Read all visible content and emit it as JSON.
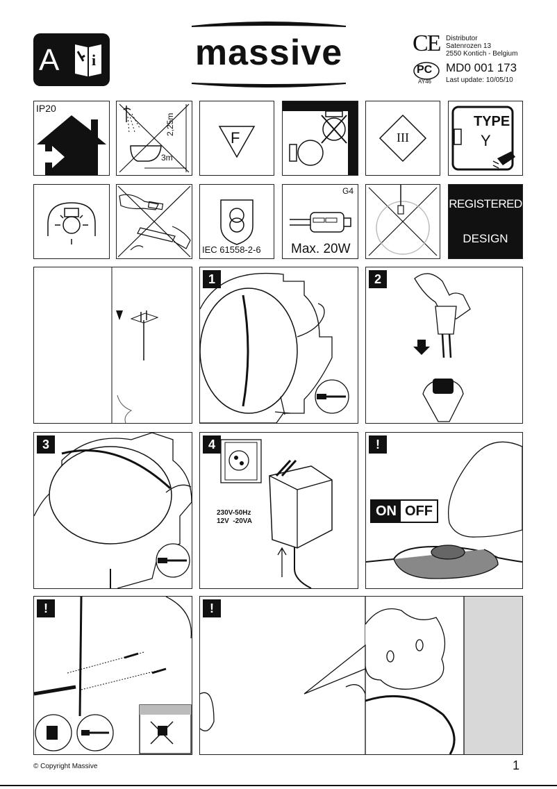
{
  "header": {
    "manual_letter": "A",
    "brand": "massive",
    "distributor": {
      "label": "Distributor",
      "street": "Satenrozen 13",
      "city": "2550 Kontich - Belgium"
    },
    "ce_mark": "CE",
    "pc_mark": "PC",
    "pc_code": "AY46",
    "model": "MD0 001 173",
    "last_update": "Last  update:  10/05/10"
  },
  "icons": {
    "ip_rating": "IP20",
    "bathroom_height": "2,25m",
    "bathroom_distance": "3m",
    "f_mark": "F",
    "class_mark": "III",
    "type_label": "TYPE",
    "type_value": "Y",
    "bulb_type": "G4",
    "standard": "IEC 61558-2-6",
    "max_wattage": "Max. 20W",
    "registered_line1": "REGISTERED",
    "registered_line2": "DESIGN"
  },
  "steps": {
    "step1": "1",
    "step2": "2",
    "step3": "3",
    "step4": "4",
    "warning1": "!",
    "warning2": "!",
    "warning3": "!"
  },
  "adapter": {
    "voltage": "230V-50Hz",
    "output": "12V  -20VA"
  },
  "switch": {
    "on": "ON",
    "off": "OFF"
  },
  "footer": {
    "copyright": "© Copyright Massive",
    "page_number": "1"
  }
}
